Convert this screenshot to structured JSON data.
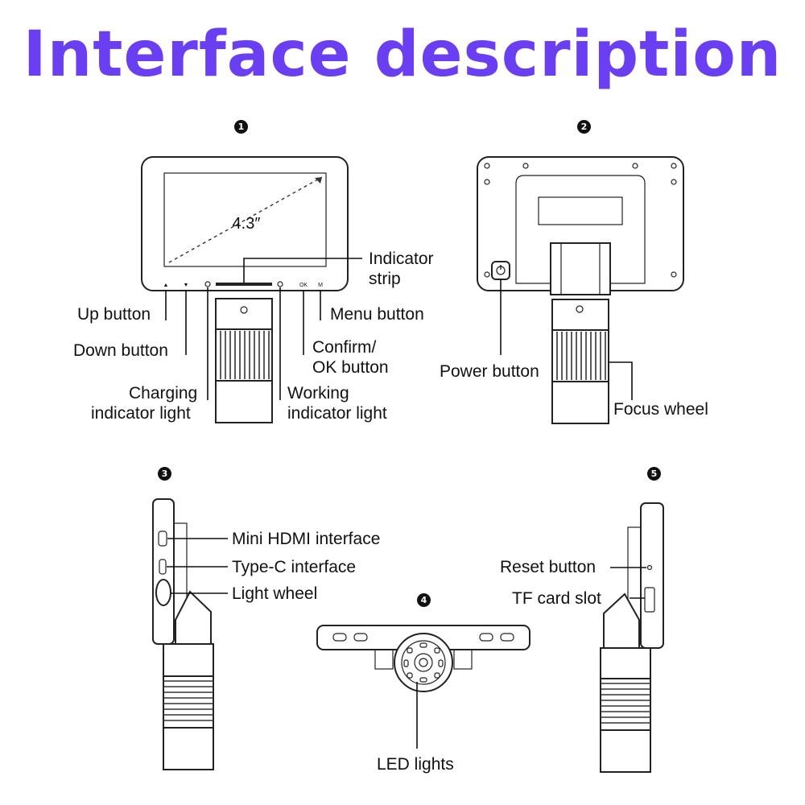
{
  "title": "Interface description",
  "badges": [
    "1",
    "2",
    "3",
    "4",
    "5"
  ],
  "screen_size": "4.3″",
  "button_marks": {
    "up": "▲",
    "down": "▼",
    "ok": "OK",
    "menu": "M"
  },
  "labels": {
    "indicator_strip": [
      "Indicator",
      "strip"
    ],
    "up_button": "Up button",
    "menu_button": "Menu button",
    "down_button": "Down button",
    "confirm_ok_button": [
      "Confirm/",
      "OK button"
    ],
    "charging_indicator": [
      "Charging",
      "indicator light"
    ],
    "working_indicator": [
      "Working",
      "indicator light"
    ],
    "power_button": "Power button",
    "focus_wheel": "Focus wheel",
    "mini_hdmi": "Mini HDMI interface",
    "type_c": "Type-C interface",
    "light_wheel": "Light wheel",
    "reset_button": "Reset button",
    "tf_card_slot": "TF card slot",
    "led_lights": "LED lights"
  },
  "colors": {
    "title": "#6a3ff2",
    "ink": "#111111"
  }
}
